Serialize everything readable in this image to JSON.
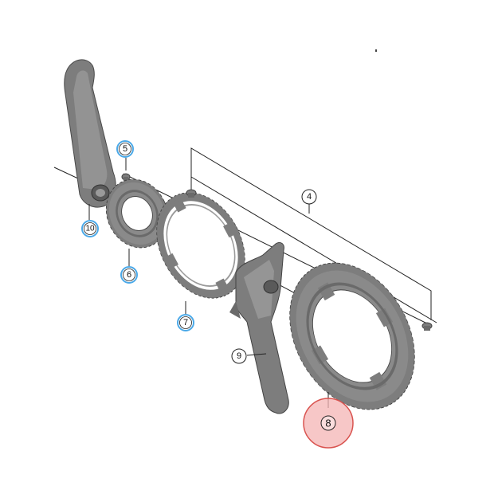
{
  "diagram": {
    "colors": {
      "part_fill": "#7d7d7d",
      "part_dark": "#5a5a5a",
      "part_light": "#a9a9a9",
      "line": "#222222",
      "callout_highlight": "#4ba9e8",
      "callout_selected_fill": "#f4b4b4",
      "callout_selected_stroke": "#d9534f"
    },
    "callouts": {
      "c4": "4",
      "c5": "5",
      "c6": "6",
      "c7": "7",
      "c8": "8",
      "c9": "9",
      "c10": "10"
    },
    "parts": [
      {
        "callout": "4",
        "name": "chainring-bolt-set",
        "highlighted": false
      },
      {
        "callout": "5",
        "name": "bolt",
        "highlighted": true
      },
      {
        "callout": "6",
        "name": "small-chainring",
        "highlighted": true
      },
      {
        "callout": "7",
        "name": "middle-chainring",
        "highlighted": true
      },
      {
        "callout": "8",
        "name": "large-chainring",
        "highlighted": false,
        "selected": true
      },
      {
        "callout": "9",
        "name": "right-hand-crank-arm",
        "highlighted": false
      },
      {
        "callout": "10",
        "name": "left-hand-crank-arm",
        "highlighted": true
      }
    ]
  }
}
